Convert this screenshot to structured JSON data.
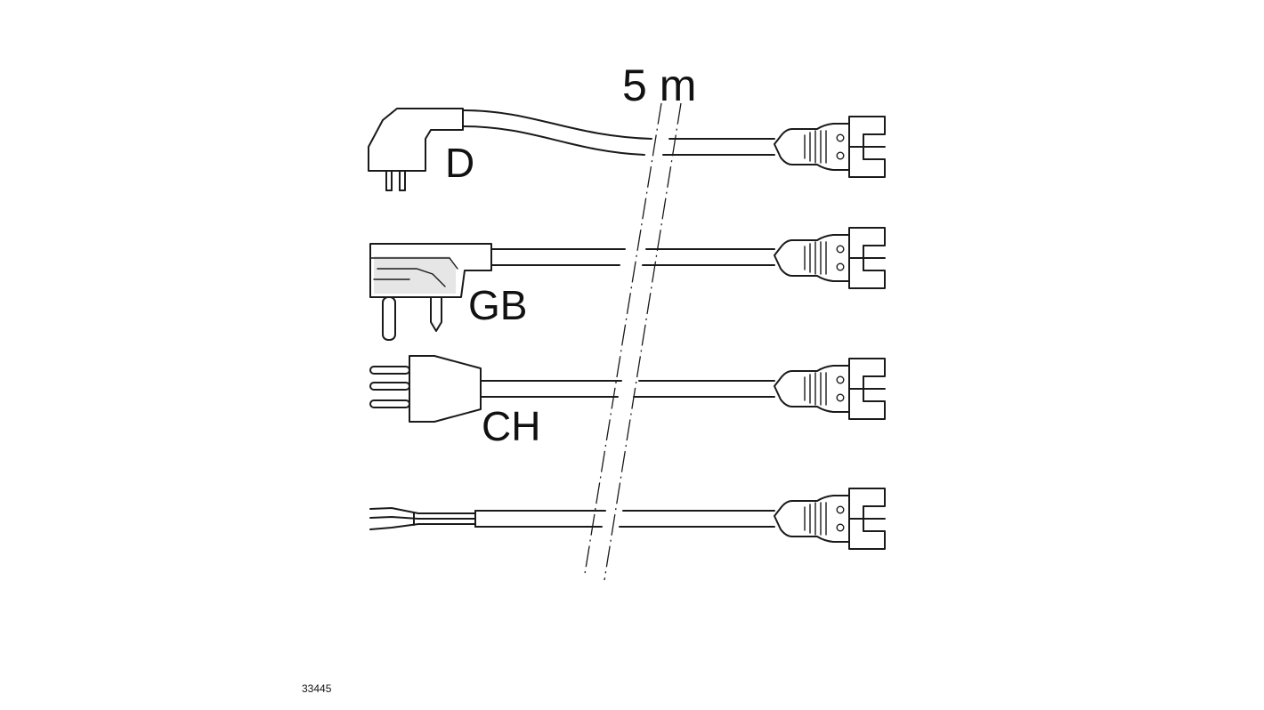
{
  "length_label": "5 m",
  "cables": [
    {
      "label": "D"
    },
    {
      "label": "GB"
    },
    {
      "label": "CH"
    },
    {
      "label": ""
    }
  ],
  "figure_number": "33445",
  "icons": {
    "plug_d": "schuko-plug-icon",
    "plug_gb": "uk-plug-icon",
    "plug_ch": "swiss-plug-icon",
    "bare_wires": "bare-wire-ends-icon",
    "connector": "device-connector-icon"
  },
  "colors": {
    "line": "#1a1a1a",
    "shade": "#e6e6e6",
    "background": "#ffffff"
  }
}
